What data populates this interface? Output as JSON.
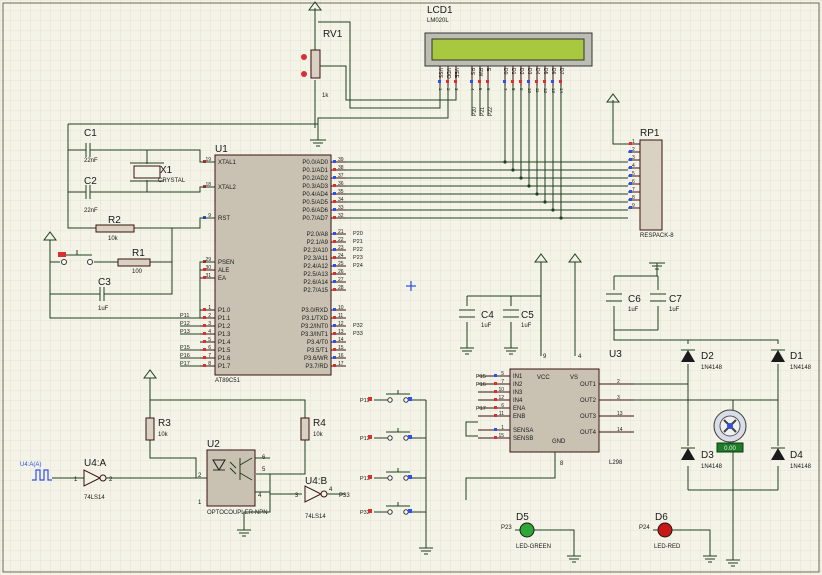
{
  "lcd": {
    "ref": "LCD1",
    "part": "LM020L",
    "pins": [
      "VSS",
      "VDD",
      "VEE",
      "RS",
      "RW",
      "E",
      "D0",
      "D1",
      "D2",
      "D3",
      "D4",
      "D5",
      "D6",
      "D7"
    ],
    "nums": [
      "1",
      "2",
      "3",
      "4",
      "5",
      "6",
      "7",
      "8",
      "9",
      "10",
      "11",
      "12",
      "13",
      "14"
    ],
    "labels": [
      "P20",
      "P21",
      "P22"
    ],
    "color": "#a7c83f"
  },
  "rv1": {
    "ref": "RV1",
    "value": "1k"
  },
  "u1": {
    "ref": "U1",
    "part": "AT89C51",
    "left_pins": [
      {
        "name": "XTAL1",
        "num": "19"
      },
      {
        "name": "XTAL2",
        "num": "18"
      },
      {
        "name": "RST",
        "num": "9"
      },
      {
        "name": "PSEN",
        "num": "29"
      },
      {
        "name": "ALE",
        "num": "30"
      },
      {
        "name": "EA",
        "num": "31"
      },
      {
        "name": "P1.0",
        "num": "1"
      },
      {
        "name": "P1.1",
        "num": "2"
      },
      {
        "name": "P1.2",
        "num": "3"
      },
      {
        "name": "P1.3",
        "num": "4"
      },
      {
        "name": "P1.4",
        "num": "5"
      },
      {
        "name": "P1.5",
        "num": "6"
      },
      {
        "name": "P1.6",
        "num": "7"
      },
      {
        "name": "P1.7",
        "num": "8"
      }
    ],
    "p1_labels": [
      "P11",
      "P12",
      "P13",
      "P15",
      "P16",
      "P17"
    ],
    "p0_pins": [
      {
        "name": "P0.0/AD0",
        "num": "39"
      },
      {
        "name": "P0.1/AD1",
        "num": "38"
      },
      {
        "name": "P0.2/AD2",
        "num": "37"
      },
      {
        "name": "P0.3/AD3",
        "num": "36"
      },
      {
        "name": "P0.4/AD4",
        "num": "35"
      },
      {
        "name": "P0.5/AD5",
        "num": "34"
      },
      {
        "name": "P0.6/AD6",
        "num": "33"
      },
      {
        "name": "P0.7/AD7",
        "num": "32"
      }
    ],
    "p2_pins": [
      {
        "name": "P2.0/A8",
        "num": "21",
        "lbl": "P20"
      },
      {
        "name": "P2.1/A9",
        "num": "22",
        "lbl": "P21"
      },
      {
        "name": "P2.2/A10",
        "num": "23",
        "lbl": "P22"
      },
      {
        "name": "P2.3/A11",
        "num": "24",
        "lbl": "P23"
      },
      {
        "name": "P2.4/A12",
        "num": "25",
        "lbl": "P24"
      },
      {
        "name": "P2.5/A13",
        "num": "26",
        "lbl": ""
      },
      {
        "name": "P2.6/A14",
        "num": "27",
        "lbl": ""
      },
      {
        "name": "P2.7/A15",
        "num": "28",
        "lbl": ""
      }
    ],
    "p3_pins": [
      {
        "name": "P3.0/RXD",
        "num": "10",
        "lbl": ""
      },
      {
        "name": "P3.1/TXD",
        "num": "11",
        "lbl": ""
      },
      {
        "name": "P3.2/INT0",
        "num": "12",
        "lbl": "P32"
      },
      {
        "name": "P3.3/INT1",
        "num": "13",
        "lbl": "P33"
      },
      {
        "name": "P3.4/T0",
        "num": "14",
        "lbl": ""
      },
      {
        "name": "P3.5/T1",
        "num": "15",
        "lbl": ""
      },
      {
        "name": "P3.6/WR",
        "num": "16",
        "lbl": ""
      },
      {
        "name": "P3.7/RD",
        "num": "17",
        "lbl": ""
      }
    ]
  },
  "c1": {
    "ref": "C1",
    "value": "22nF"
  },
  "c2": {
    "ref": "C2",
    "value": "22nF"
  },
  "x1": {
    "ref": "X1",
    "value": "CRYSTAL"
  },
  "r2": {
    "ref": "R2",
    "value": "10k"
  },
  "r1": {
    "ref": "R1",
    "value": "100"
  },
  "c3": {
    "ref": "C3",
    "value": "1uF"
  },
  "rp1": {
    "ref": "RP1",
    "value": "RESPACK-8",
    "nums": [
      "1",
      "2",
      "3",
      "4",
      "5",
      "6",
      "7",
      "8",
      "9"
    ]
  },
  "c4": {
    "ref": "C4",
    "value": "1uF"
  },
  "c5": {
    "ref": "C5",
    "value": "1uF"
  },
  "c6": {
    "ref": "C6",
    "value": "1uF"
  },
  "c7": {
    "ref": "C7",
    "value": "1uF"
  },
  "u3": {
    "ref": "U3",
    "part": "L298",
    "left_pins": [
      {
        "name": "IN1",
        "num": "5",
        "lbl": "P15"
      },
      {
        "name": "IN2",
        "num": "7",
        "lbl": "P16"
      },
      {
        "name": "IN3",
        "num": "10",
        "lbl": ""
      },
      {
        "name": "IN4",
        "num": "12",
        "lbl": ""
      },
      {
        "name": "ENA",
        "num": "6",
        "lbl": "P17"
      },
      {
        "name": "ENB",
        "num": "11",
        "lbl": ""
      },
      {
        "name": "SENSA",
        "num": "1",
        "lbl": ""
      },
      {
        "name": "SENSB",
        "num": "15",
        "lbl": ""
      }
    ],
    "right_pins": [
      {
        "name": "OUT1",
        "num": "2"
      },
      {
        "name": "OUT2",
        "num": "3"
      },
      {
        "name": "OUT3",
        "num": "13"
      },
      {
        "name": "OUT4",
        "num": "14"
      }
    ],
    "vcc": "VCC",
    "vs": "VS",
    "gnd": "GND",
    "vcc_num": "9",
    "vs_num": "4",
    "gnd_num": "8"
  },
  "diodes": [
    {
      "ref": "D1",
      "value": "1N4148"
    },
    {
      "ref": "D2",
      "value": "1N4148"
    },
    {
      "ref": "D3",
      "value": "1N4148"
    },
    {
      "ref": "D4",
      "value": "1N4148"
    }
  ],
  "motor": {
    "readout": "0.00"
  },
  "r3": {
    "ref": "R3",
    "value": "10k"
  },
  "r4": {
    "ref": "R4",
    "value": "10k"
  },
  "u2": {
    "ref": "U2",
    "part": "OPTOCOUPLER-NPN",
    "pins": [
      "1",
      "2",
      "4",
      "5",
      "6"
    ]
  },
  "u4a": {
    "ref": "U4:A",
    "part": "74LS14",
    "in": "1",
    "out": "2"
  },
  "u4b": {
    "ref": "U4:B",
    "part": "74LS14",
    "in": "3",
    "out": "4",
    "net": "P33"
  },
  "clock": {
    "label": "U4:A(A)"
  },
  "buttons": [
    {
      "label": "P11"
    },
    {
      "label": "P12"
    },
    {
      "label": "P13"
    },
    {
      "label": "P32"
    }
  ],
  "d5": {
    "ref": "D5",
    "value": "LED-GREEN",
    "net": "P23",
    "color": "#2fa83a"
  },
  "d6": {
    "ref": "D6",
    "value": "LED-RED",
    "net": "P24",
    "color": "#c81818"
  },
  "colors": {
    "background": "#f4f3e7",
    "wire": "#1f3f1f",
    "chip": "#c9c2b3",
    "chip_border": "#3a1212"
  }
}
